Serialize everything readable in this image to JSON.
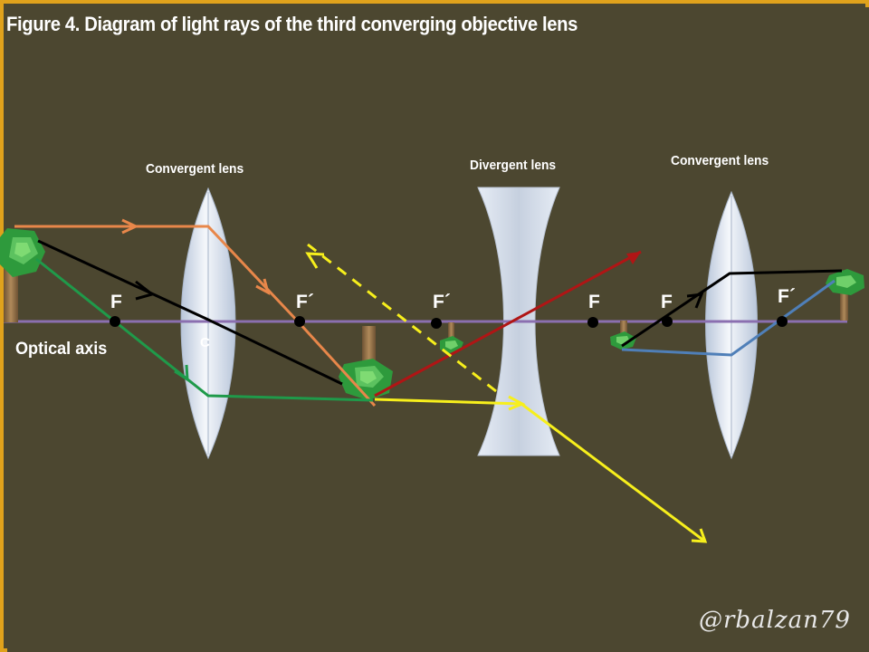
{
  "title": "Figure 4. Diagram of light rays of the third converging objective lens",
  "lenses": {
    "convergent_1": "Convergent lens",
    "divergent": "Divergent lens",
    "convergent_2": "Convergent lens"
  },
  "points": {
    "f1": "F",
    "f1_prime": "F´",
    "f2_prime": "F´",
    "f2": "F",
    "f3": "F",
    "f3_prime": "F´"
  },
  "center_label": "C",
  "axis_label": "Optical axis",
  "signature": "@rbalzan79",
  "colors": {
    "background": "#4c4730",
    "frame": "#e0a21c",
    "optical_axis": "#8b6fb0",
    "lens": "#dfe6f1",
    "ray_orange": "#e8874a",
    "ray_black": "#000000",
    "ray_green": "#1f9a4a",
    "ray_red": "#b01515",
    "ray_yellow": "#f7ef1c",
    "ray_blue": "#4f7fb8",
    "tree_foliage": "#2e9a3c",
    "tree_trunk": "#8a6a44"
  }
}
